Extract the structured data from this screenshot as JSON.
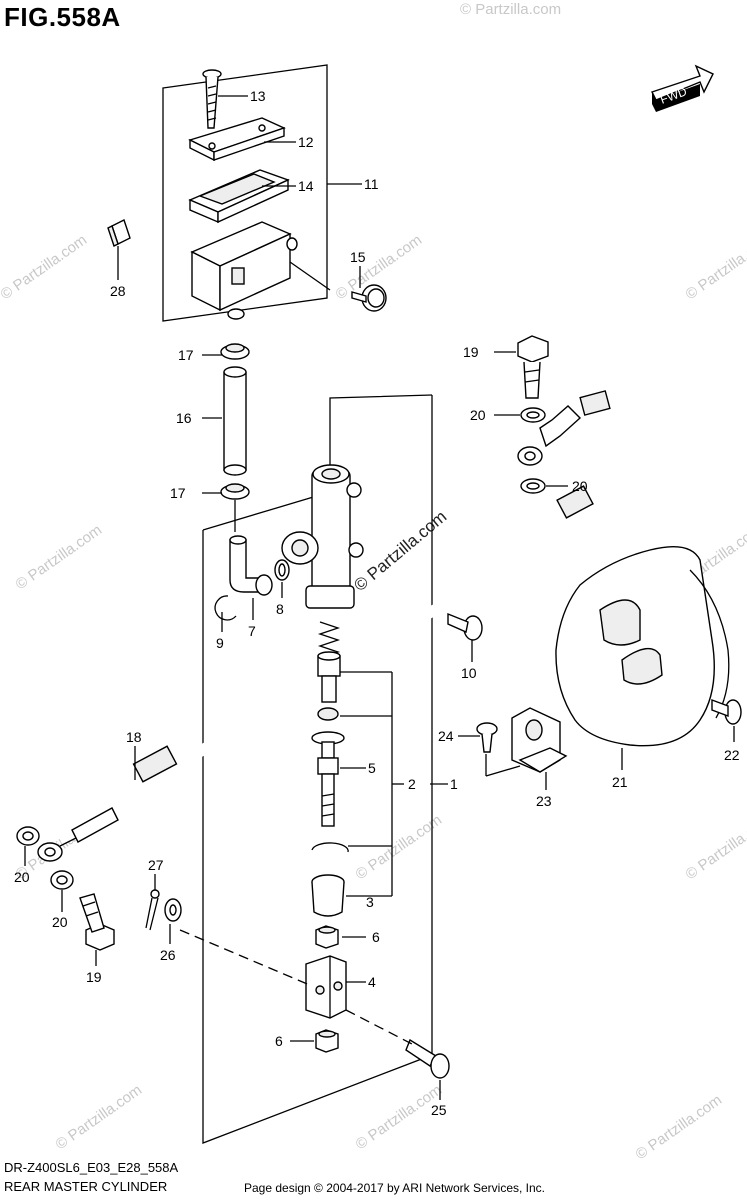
{
  "figure": {
    "title": "FIG.558A",
    "model_code": "DR-Z400SL6_E03_E28_558A",
    "caption": "REAR MASTER CYLINDER",
    "copyright": "Page design © 2004-2017 by ARI Network Services, Inc."
  },
  "fwd_label": "FWD",
  "watermark": {
    "text": "© Partzilla.com",
    "color": "#c8c8c8",
    "dark_text": "© Partzilla.com"
  },
  "callouts": {
    "c1": "1",
    "c2": "2",
    "c3": "3",
    "c4": "4",
    "c5": "5",
    "c6a": "6",
    "c6b": "6",
    "c7": "7",
    "c8": "8",
    "c9": "9",
    "c10": "10",
    "c11": "11",
    "c12": "12",
    "c13": "13",
    "c14": "14",
    "c15": "15",
    "c16": "16",
    "c17a": "17",
    "c17b": "17",
    "c18": "18",
    "c19a": "19",
    "c19b": "19",
    "c20a": "20",
    "c20b": "20",
    "c20c": "20",
    "c20d": "20",
    "c21": "21",
    "c22": "22",
    "c23": "23",
    "c24": "24",
    "c25": "25",
    "c26": "26",
    "c27": "27",
    "c28": "28"
  }
}
